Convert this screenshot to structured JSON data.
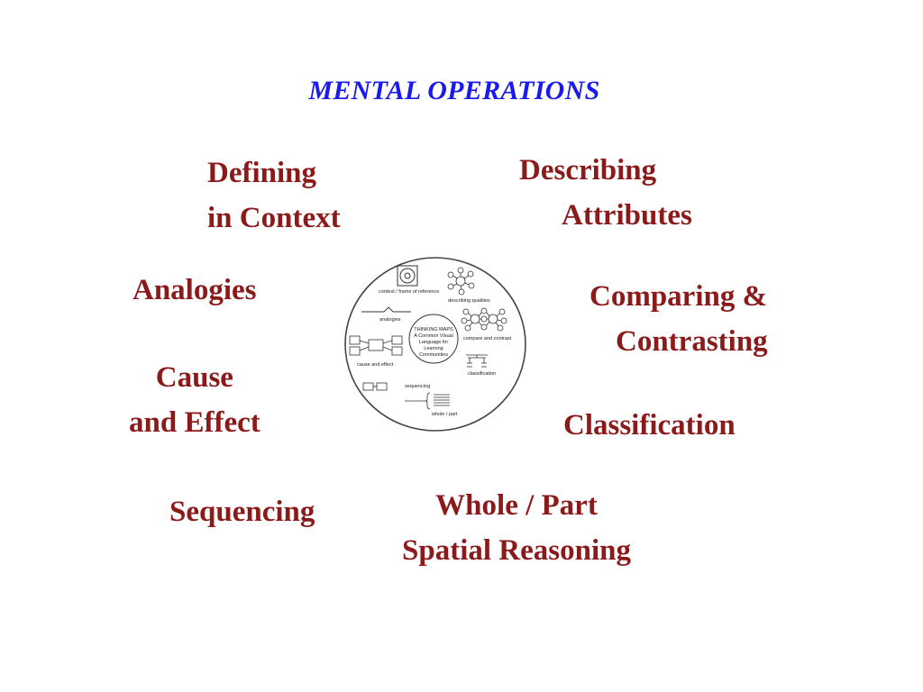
{
  "title": "MENTAL OPERATIONS",
  "operations": {
    "defining": [
      "Defining",
      "in Context"
    ],
    "describing": [
      "Describing",
      "Attributes"
    ],
    "analogies": [
      "Analogies"
    ],
    "comparing": [
      "Comparing &",
      "Contrasting"
    ],
    "cause": [
      "Cause",
      "and Effect"
    ],
    "classification": [
      "Classification"
    ],
    "sequencing": [
      "Sequencing"
    ],
    "wholepart": [
      "Whole / Part",
      "Spatial Reasoning"
    ]
  },
  "thinking_maps": {
    "center": [
      "THINKING MAPS",
      "A Common Visual",
      "Language for",
      "Learning",
      "Communities"
    ],
    "labels": {
      "context": "context / frame of reference",
      "describing": "describing qualities",
      "analogies": "analogies",
      "compare": "compare and contrast",
      "cause": "cause and effect",
      "classification": "classification",
      "sequencing": "sequencing",
      "wholepart": "whole / part"
    }
  },
  "colors": {
    "title": "#1a1aee",
    "operations": "#8b1a1a"
  }
}
